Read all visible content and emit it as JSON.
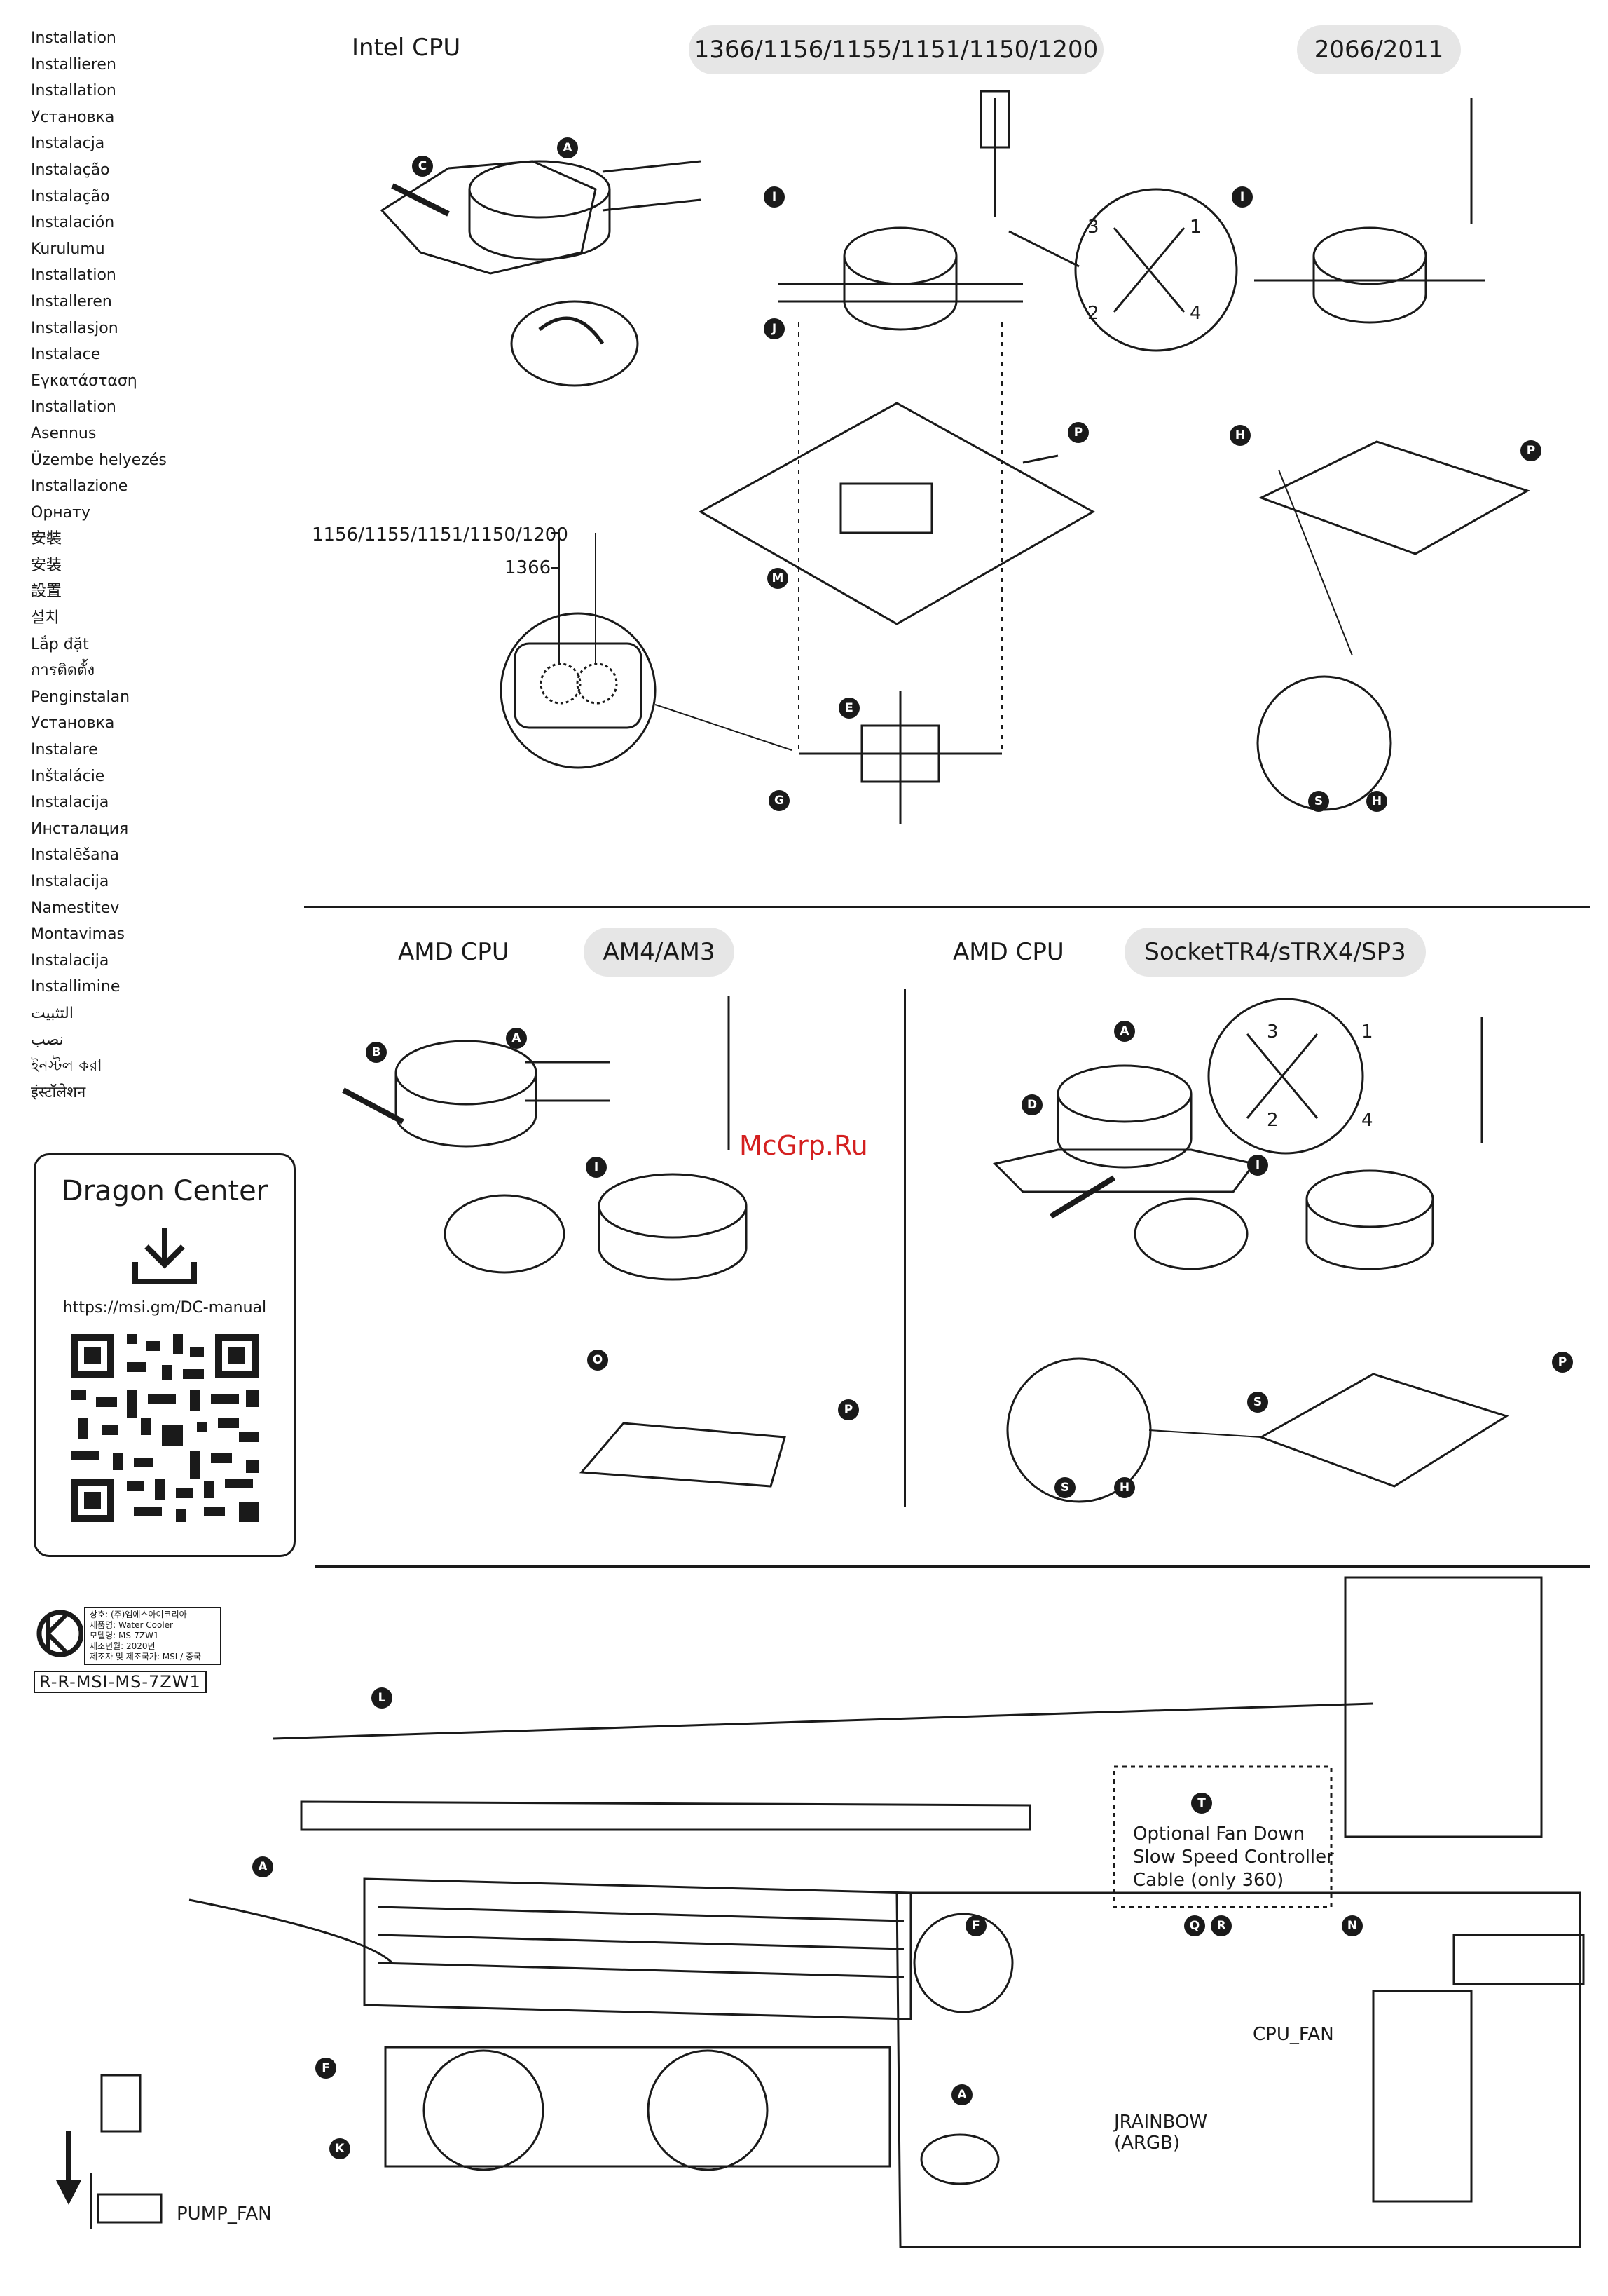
{
  "languages": [
    "Installation",
    "Installieren",
    "Installation",
    "Установка",
    "Instalacja",
    "Instalação",
    "Instalação",
    "Instalación",
    "Kurulumu",
    "Installation",
    "Installeren",
    "Installasjon",
    "Instalace",
    "Εγκατάσταση",
    "Installation",
    "Asennus",
    "Üzembe helyezés",
    "Installazione",
    "Орнату",
    "安裝",
    "安装",
    "設置",
    "설치",
    "Lắp đặt",
    "การติดตั้ง",
    "Penginstalan",
    "Установка",
    "Instalare",
    "Inštalácie",
    "Instalacija",
    "Инсталация",
    "Instalēšana",
    "Instalacija",
    "Namestitev",
    "Montavimas",
    "Instalacija",
    "Installimine",
    "التثبيت",
    "نصب",
    "ইনস্টল করা",
    "इंस्टॉलेशन"
  ],
  "intel": {
    "title": "Intel CPU",
    "pill_sockets": "1366/1156/1155/1151/1150/1200",
    "pill_hedt": "2066/2011",
    "label_1156": "1156/1155/1151/1150/1200",
    "label_1366": "1366"
  },
  "amd_left": {
    "title": "AMD CPU",
    "pill": "AM4/AM3"
  },
  "amd_right": {
    "title": "AMD CPU",
    "pill": "SocketTR4/sTRX4/SP3"
  },
  "order_numbers": [
    "1",
    "2",
    "3",
    "4"
  ],
  "dragon_center": {
    "title": "Dragon Center",
    "url": "https://msi.gm/DC-manual"
  },
  "kc": {
    "lines": [
      "상호: (주)엠에스아이코리아",
      "제품명: Water Cooler",
      "모델명: MS-7ZW1",
      "제조년월: 2020년",
      "제조자 및 제조국가: MSI / 중국"
    ],
    "reg": "R-R-MSI-MS-7ZW1"
  },
  "watermark": "McGrp.Ru",
  "bottom": {
    "optional_cable": [
      "Optional Fan Down",
      "Slow Speed Controller",
      "Cable (only 360)"
    ],
    "cpu_fan": "CPU_FAN",
    "jrainbow": [
      "JRAINBOW",
      "(ARGB)"
    ],
    "pump_fan": "PUMP_FAN"
  },
  "part_letters": {
    "A": "A",
    "B": "B",
    "C": "C",
    "D": "D",
    "E": "E",
    "F": "F",
    "G": "G",
    "H": "H",
    "I": "I",
    "J": "J",
    "K": "K",
    "L": "L",
    "M": "M",
    "N": "N",
    "O": "O",
    "P": "P",
    "Q": "Q",
    "R": "R",
    "S": "S",
    "T": "T"
  }
}
